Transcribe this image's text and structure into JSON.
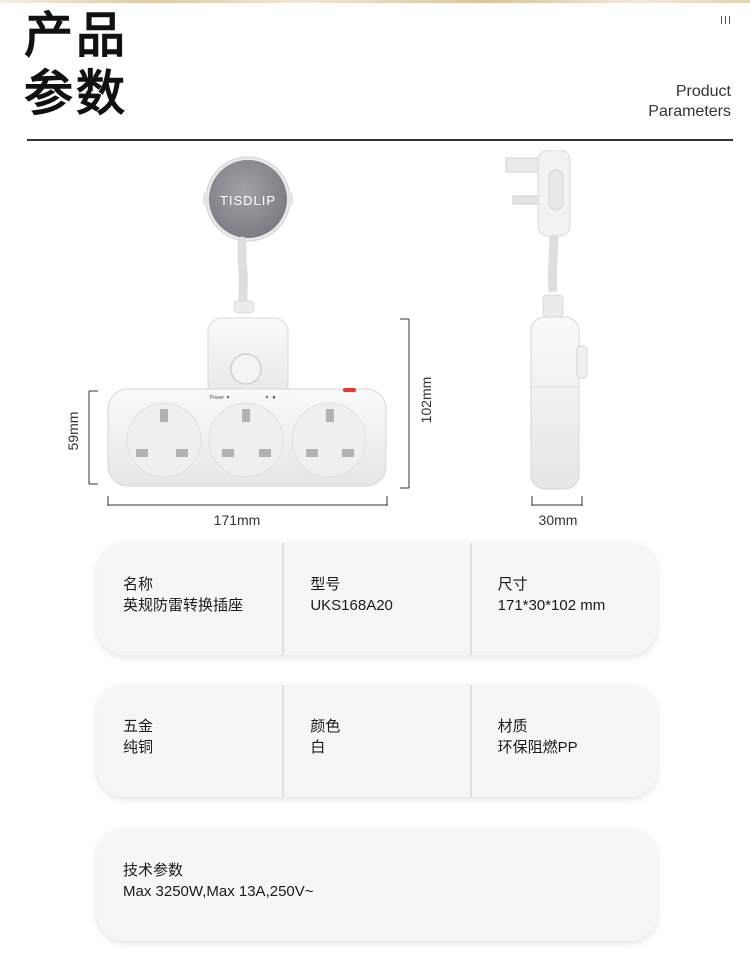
{
  "header": {
    "title_line1": "产品",
    "title_line2": "参数",
    "subtitle_line1": "Product",
    "subtitle_line2": "Parameters"
  },
  "product_figure": {
    "brand": "TISDLIP",
    "power_label": "Power",
    "width_label": "171mm",
    "height_label": "59mm",
    "total_height_label": "102mm",
    "depth_label": "30mm"
  },
  "specs": {
    "row1": [
      {
        "label": "名称",
        "value": "英规防雷转换插座"
      },
      {
        "label": "型号",
        "value": "UKS168A20"
      },
      {
        "label": "尺寸",
        "value": "171*30*102 mm"
      }
    ],
    "row2": [
      {
        "label": "五金",
        "value": "纯铜"
      },
      {
        "label": "颜色",
        "value": "白"
      },
      {
        "label": "材质",
        "value": "环保阻燃PP"
      }
    ],
    "row3": [
      {
        "label": "技术参数",
        "value": "Max 3250W,Max 13A,250V~"
      }
    ]
  },
  "colors": {
    "body": "#f0f0f2",
    "outline": "#d9d9dc",
    "knob": "#8d8f94",
    "indicator": "#e8382e",
    "slot": "#b2b2b4"
  }
}
